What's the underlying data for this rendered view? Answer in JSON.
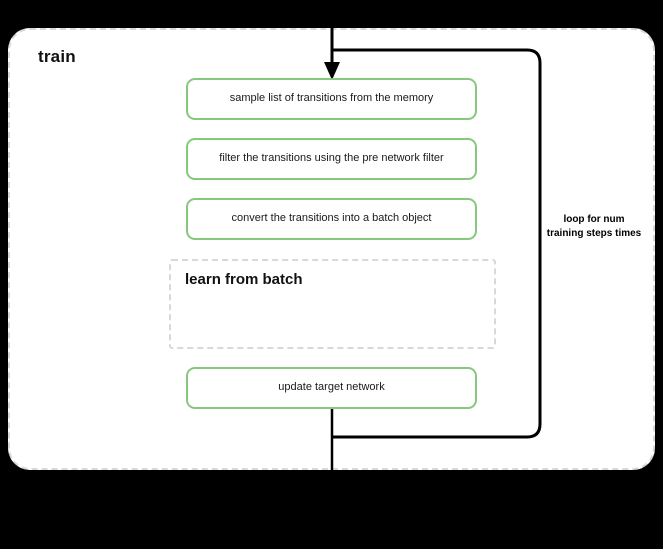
{
  "diagram": {
    "title": "train",
    "background_color": "#000000",
    "container_fill": "#ffffff",
    "container_border_color": "#d8d8d8",
    "accent_color": "#86c97e",
    "connector_color": "#000000"
  },
  "steps": [
    {
      "id": "sample",
      "label": "sample list of transitions from the memory"
    },
    {
      "id": "filter",
      "label": "filter the transitions using the pre network filter"
    },
    {
      "id": "convert",
      "label": "convert the transitions into a batch object"
    },
    {
      "id": "update",
      "label": "update target network"
    }
  ],
  "subblock": {
    "title": "learn from batch"
  },
  "loop": {
    "label": "loop for num training steps times"
  }
}
